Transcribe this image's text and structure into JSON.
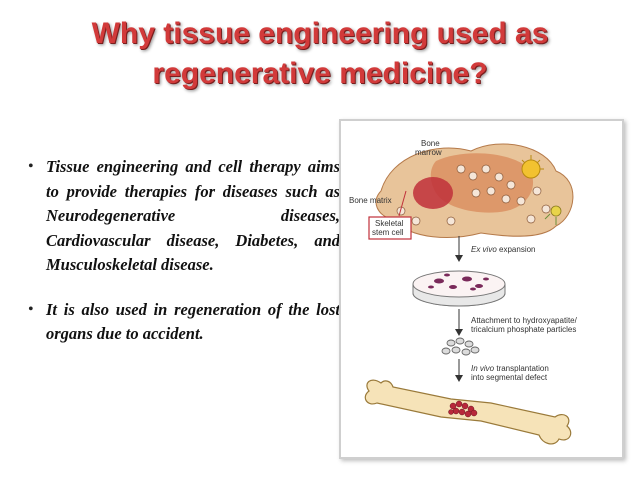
{
  "slide": {
    "title_line1": "Why tissue engineering used as",
    "title_line2": "regenerative medicine?",
    "bullets": [
      {
        "marker": "•",
        "text": "Tissue engineering and cell therapy aims to provide therapies for diseases such as Neurodegenerative diseases, Cardiovascular disease, Diabetes, and Musculoskeletal disease."
      },
      {
        "marker": "•",
        "text": "It is also used in regeneration of the lost organs due to accident."
      }
    ]
  },
  "figure": {
    "label_bone_marrow_1": "Bone",
    "label_bone_marrow_2": "marrow",
    "label_bone_matrix": "Bone matrix",
    "label_skeletal_1": "Skeletal",
    "label_skeletal_2": "stem cell",
    "label_ex_vivo_italic": "Ex vivo",
    "label_ex_vivo_rest": " expansion",
    "label_attachment_1": "Attachment to hydroxyapatite/",
    "label_attachment_2": "tricalcium phosphate particles",
    "label_in_vivo_italic": "In vivo",
    "label_in_vivo_rest": " transplantation",
    "label_in_vivo_2": "into segmental defect"
  }
}
